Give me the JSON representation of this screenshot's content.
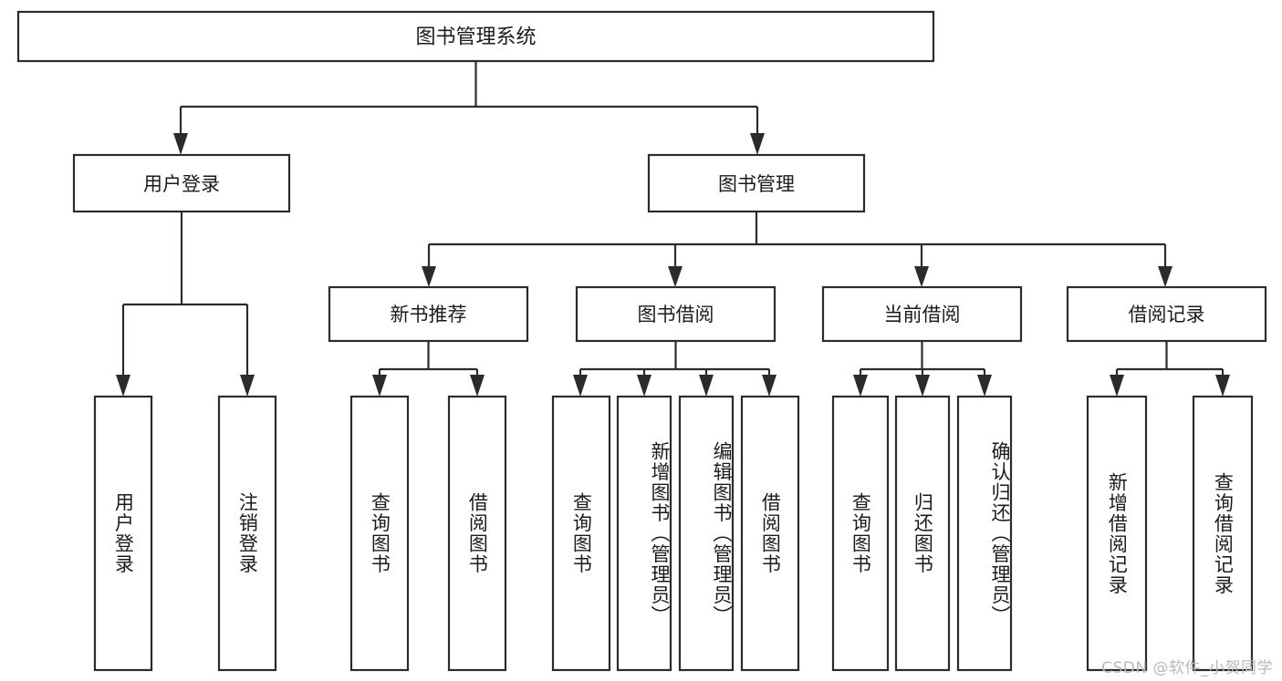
{
  "diagram": {
    "kind": "tree-structure-chart",
    "title": "图书管理系统",
    "watermark": "CSDN @软件_小贺同学",
    "colors": {
      "background": "#ffffff",
      "box_fill": "#ffffff",
      "stroke": "#2b2b2b",
      "text": "#1b1b1b",
      "watermark": "#b9b9b9"
    },
    "root": {
      "label": "图书管理系统"
    },
    "level2": [
      {
        "label": "用户登录"
      },
      {
        "label": "图书管理"
      }
    ],
    "level3": [
      {
        "label": "新书推荐"
      },
      {
        "label": "图书借阅"
      },
      {
        "label": "当前借阅"
      },
      {
        "label": "借阅记录"
      }
    ],
    "leaves": {
      "user_login": [
        {
          "label": "用户登录"
        },
        {
          "label": "注销登录"
        }
      ],
      "new_book_recommend": [
        {
          "label": "查询图书"
        },
        {
          "label": "借阅图书"
        }
      ],
      "book_borrow": [
        {
          "label": "查询图书"
        },
        {
          "label": "新增图书（管理员）"
        },
        {
          "label": "编辑图书（管理员）"
        },
        {
          "label": "借阅图书"
        }
      ],
      "current_borrow": [
        {
          "label": "查询图书"
        },
        {
          "label": "归还图书"
        },
        {
          "label": "确认归还（管理员）"
        }
      ],
      "borrow_record": [
        {
          "label": "新增借阅记录"
        },
        {
          "label": "查询借阅记录"
        }
      ]
    }
  }
}
